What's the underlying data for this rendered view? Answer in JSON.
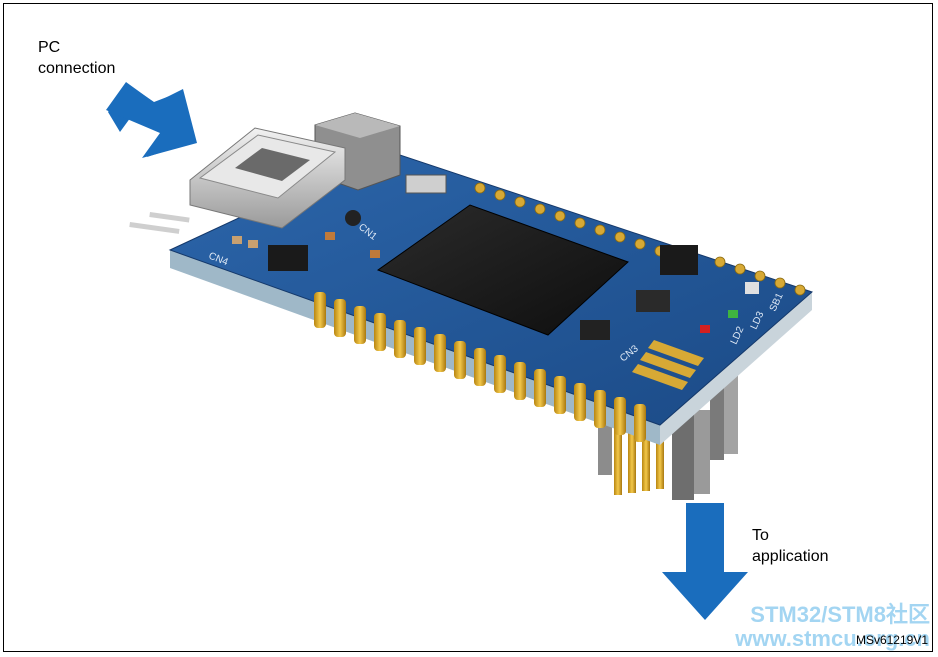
{
  "labels": {
    "pc_line1": "PC",
    "pc_line2": "connection",
    "app_line1": "To",
    "app_line2": "application",
    "ref_code": "MSv61219V1"
  },
  "silkscreen": {
    "cn1": "CN1",
    "cn3": "CN3",
    "cn4": "CN4",
    "ld2": "LD2",
    "ld3": "LD3",
    "sb1": "SB1"
  },
  "watermark": {
    "line1": "STM32/STM8社区",
    "line2": "www.stmcu.org.cn"
  },
  "colors": {
    "arrow": "#1a6dbd",
    "pcb": "#1f4f8f",
    "pin_gold": "#d9a520"
  }
}
